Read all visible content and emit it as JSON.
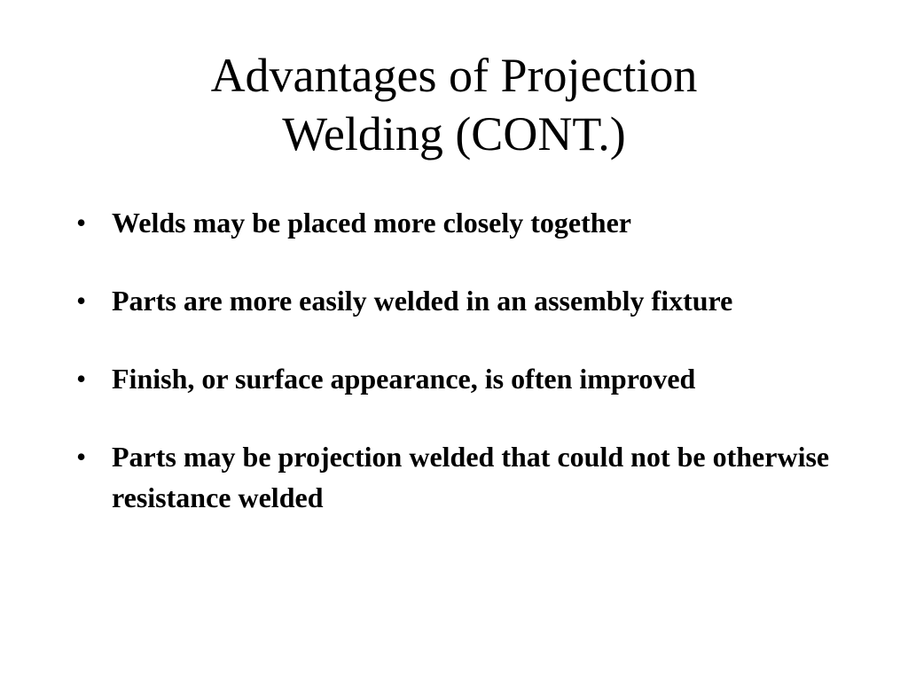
{
  "slide": {
    "title_line1": "Advantages of Projection",
    "title_line2": "Welding (CONT.)",
    "bullet_marker": "•",
    "bullets": [
      "Welds may be placed more closely together",
      "Parts are more easily welded in an assembly fixture",
      "Finish, or surface appearance, is often improved",
      "Parts may be projection welded that could not be otherwise resistance welded"
    ]
  }
}
